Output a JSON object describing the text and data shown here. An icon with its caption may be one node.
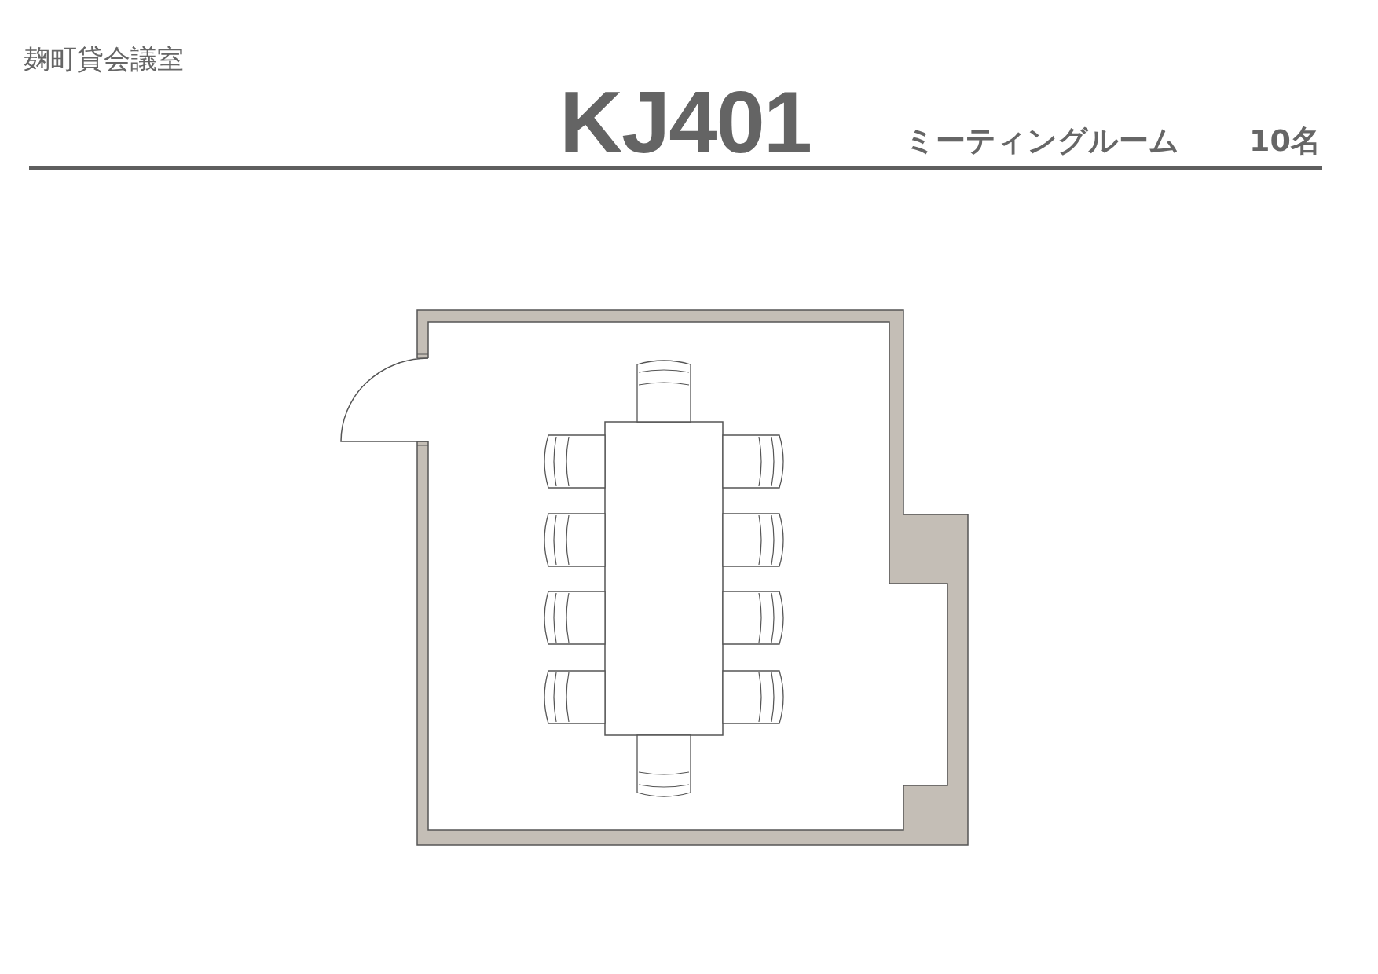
{
  "diagram": {
    "title": "KJ401",
    "labels": [
      "麹町貸会議室",
      "ミーティングルーム",
      "10名"
    ]
  }
}
